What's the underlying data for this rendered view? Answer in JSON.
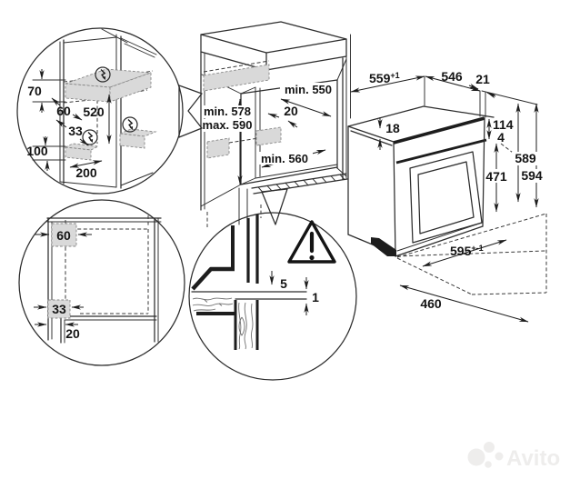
{
  "side_detail": {
    "top_box_height": "70",
    "front_offset": "60",
    "box_spacing": "520",
    "lower_offset": "33",
    "lower_box_height": "100",
    "lower_box_width": "200"
  },
  "cabinet": {
    "top_depth": "min. 550",
    "shelf_setback": "20",
    "niche_height_min": "min. 578",
    "niche_height_max": "max. 590",
    "bottom_depth": "min. 560"
  },
  "oven": {
    "top_width": "559",
    "top_width_tol": "+1",
    "body_depth": "546",
    "back_offset": "21",
    "top_frame": "18",
    "panel_height": "114",
    "panel_gap": "4",
    "door_height": "471",
    "body_height": "589",
    "total_height": "594",
    "front_width": "595",
    "front_width_tol": "+-1",
    "front_clearance": "460"
  },
  "plan_detail": {
    "outlet_offset": "60",
    "side_offset": "33",
    "panel_offset": "20"
  },
  "section_detail": {
    "gap_front": "5",
    "gap_panel": "1"
  },
  "watermark": {
    "brand": "Avito"
  }
}
